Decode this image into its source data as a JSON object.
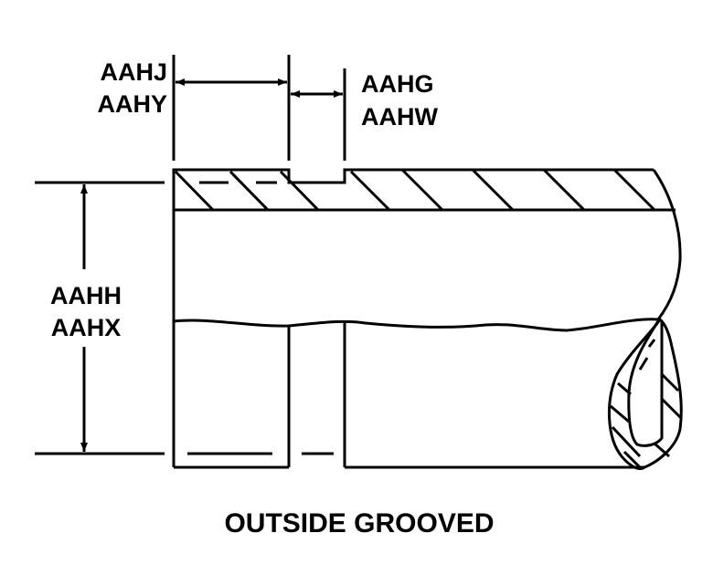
{
  "labels": {
    "groove_offset": [
      "AAHJ",
      "AAHY"
    ],
    "groove_width": [
      "AAHG",
      "AAHW"
    ],
    "outside_diameter": [
      "AAHH",
      "AAHX"
    ]
  },
  "caption": "OUTSIDE GROOVED",
  "colors": {
    "line": "#000000",
    "background": "#ffffff"
  }
}
